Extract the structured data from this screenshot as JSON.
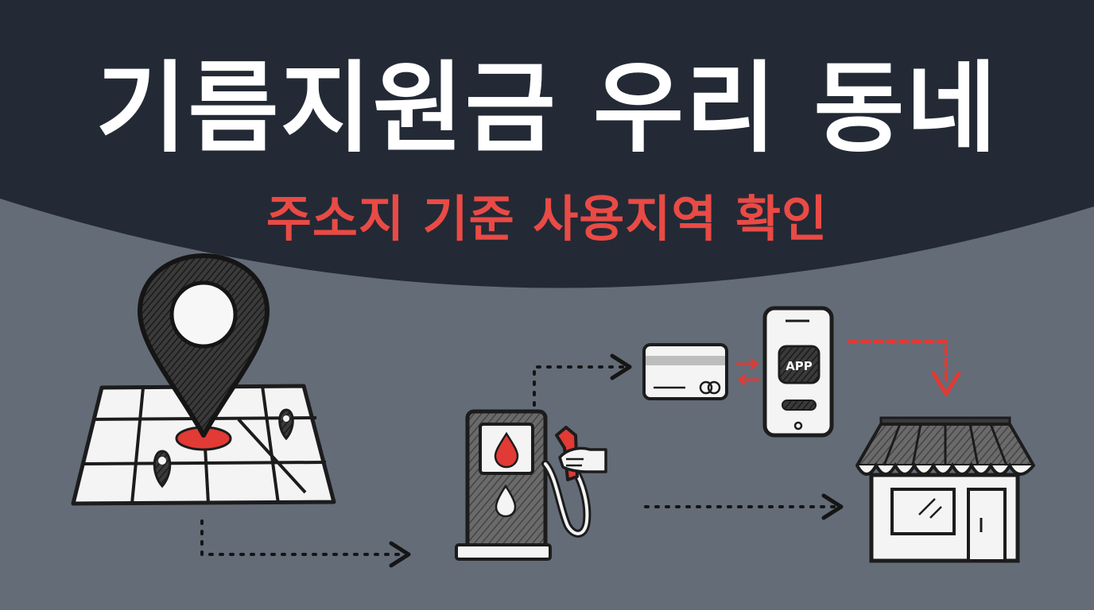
{
  "header": {
    "title": "기름지원금 우리 동네",
    "subtitle": "주소지 기준 사용지역 확인"
  },
  "phone": {
    "app_label": "APP"
  },
  "colors": {
    "background_top": "#232a35",
    "background_bottom": "#646c77",
    "title": "#ffffff",
    "accent_red": "#e24a45",
    "ink": "#1c1c1c",
    "paper": "#f4f4f4"
  },
  "illustrations": [
    "location-pin-icon",
    "map-icon",
    "fuel-pump-icon",
    "hand-icon",
    "credit-card-icon",
    "smartphone-icon",
    "store-icon",
    "dotted-arrow-icon"
  ]
}
